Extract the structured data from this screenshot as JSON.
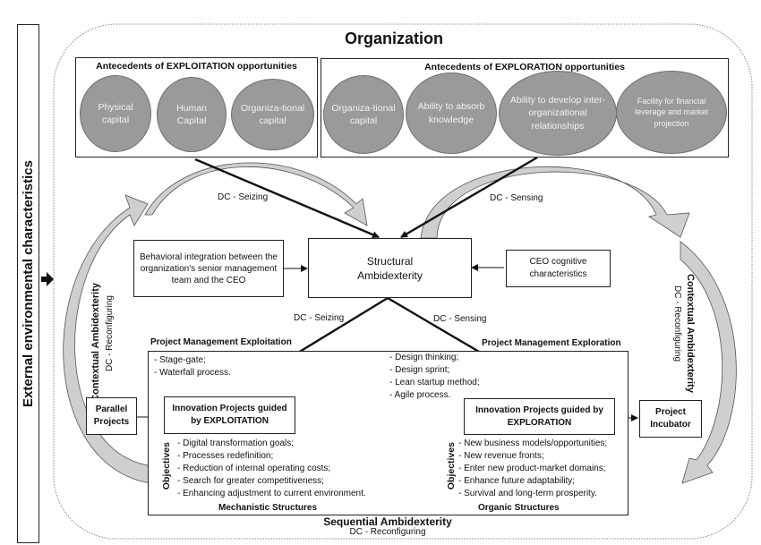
{
  "external": {
    "label": "External environmental characteristics"
  },
  "organization": {
    "title": "Organization"
  },
  "exploitation_antecedents": {
    "title": "Antecedents of EXPLOITATION opportunities",
    "items": [
      "Physical capital",
      "Human Capital",
      "Organiza-tional capital"
    ]
  },
  "exploration_antecedents": {
    "title": "Antecedents of EXPLORATION opportunities",
    "items": [
      "Organiza-tional capital",
      "Ability to absorb knowledge",
      "Ability to develop inter-organizational relationships",
      "Facility for financial leverage and market projection"
    ]
  },
  "flows": {
    "dc_seizing_top": "DC - Seizing",
    "dc_sensing_top": "DC - Sensing",
    "dc_seizing_bottom": "DC - Seizing",
    "dc_sensing_bottom": "DC - Sensing"
  },
  "behavioral": {
    "label": "Behavioral integration between the organization's senior management team and the CEO"
  },
  "structural": {
    "label": "Structural Ambidexterity"
  },
  "ceo": {
    "label": "CEO cognitive characteristics"
  },
  "contextual_left": {
    "title": "Contextual Ambidexterity",
    "subtitle": "DC - Reconfiguring"
  },
  "contextual_right": {
    "title": "Contextual Ambidexterity",
    "subtitle": "DC - Reconfiguring"
  },
  "pm_exploitation": {
    "title": "Project Management Exploitation",
    "methods": [
      "- Stage-gate;",
      "- Waterfall process."
    ],
    "project": "Innovation Projects guided by EXPLOITATION",
    "objectives_label": "Objectives",
    "objectives": [
      "- Digital transformation goals;",
      "- Processes redefinition;",
      "- Reduction of internal operating costs;",
      "- Search for greater competitiveness;",
      "- Enhancing adjustment to current environment."
    ],
    "structure": "Mechanistic Structures"
  },
  "pm_exploration": {
    "title": "Project Management Exploration",
    "methods": [
      "- Design thinking;",
      "- Design sprint;",
      "- Lean startup method;",
      "- Agile process."
    ],
    "project": "Innovation Projects guided by EXPLORATION",
    "objectives_label": "Objectives",
    "objectives": [
      "- New business models/opportunities;",
      "- New revenue fronts;",
      "- Enter new product-market domains;",
      "- Enhance future adaptability;",
      "- Survival and long-term prosperity."
    ],
    "structure": "Organic Structures"
  },
  "parallel": {
    "label": "Parallel Projects"
  },
  "incubator": {
    "label": "Project Incubator"
  },
  "sequential": {
    "title": "Sequential Ambidexterity",
    "subtitle": "DC - Reconfiguring"
  },
  "colors": {
    "circle_fill": "#9a9a9a",
    "curved_arrow_fill": "#cfcfcf",
    "border": "#222222"
  }
}
